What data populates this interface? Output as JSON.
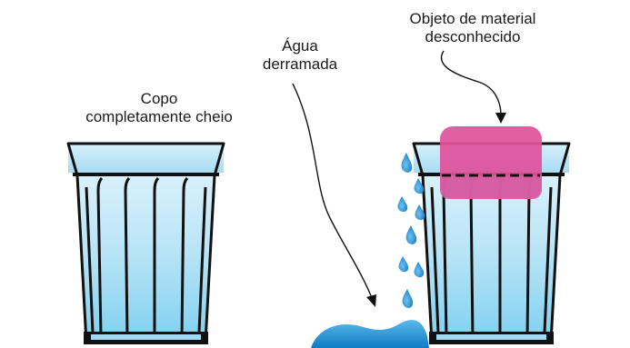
{
  "labels": {
    "full_glass": [
      "Copo",
      "completamente cheio"
    ],
    "spilled_water": [
      "Água",
      "derramada"
    ],
    "unknown_object": [
      "Objeto de material",
      "desconhecido"
    ]
  },
  "colors": {
    "outline": "#111111",
    "water_light": "#e6f6fd",
    "water_dark": "#7fd0f0",
    "water_surface": "#bfe6f7",
    "drop": "#1e90d6",
    "spill": "#1788cf",
    "object": "#e0529c",
    "object_submerged": "#d45fa0"
  },
  "icons": [
    "full-glass-icon",
    "glass-with-object-icon",
    "water-drops-icon",
    "spilled-water-icon",
    "unknown-object-icon"
  ]
}
